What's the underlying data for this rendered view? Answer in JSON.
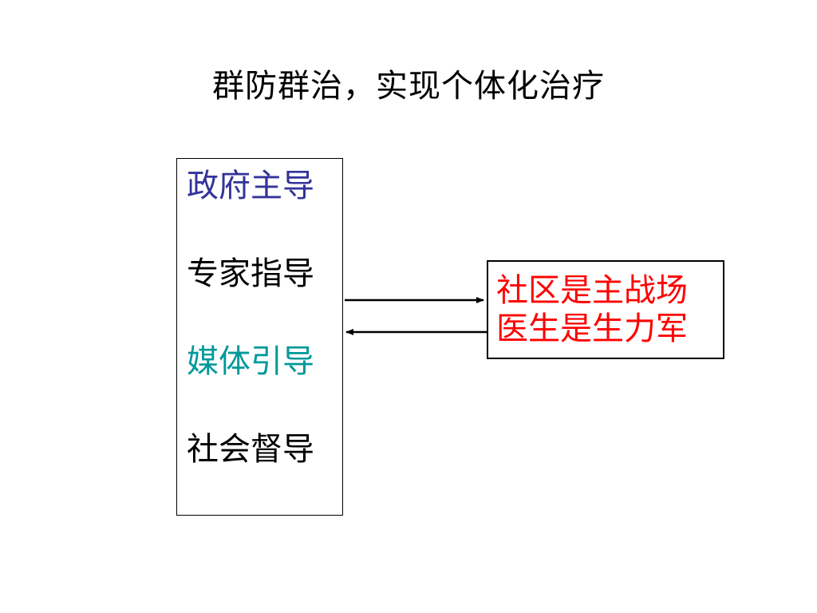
{
  "title": "群防群治，实现个体化治疗",
  "left_box": {
    "items": [
      {
        "label": "政府主导",
        "color": "#333399"
      },
      {
        "label": "专家指导",
        "color": "#000000"
      },
      {
        "label": "媒体引导",
        "color": "#009999"
      },
      {
        "label": "社会督导",
        "color": "#000000"
      }
    ]
  },
  "right_box": {
    "lines": [
      "社区是主战场",
      "医生是生力军"
    ],
    "color": "#ff0000"
  },
  "arrows": [
    {
      "from": "left-box",
      "to": "right-box"
    },
    {
      "from": "right-box",
      "to": "left-box"
    }
  ]
}
